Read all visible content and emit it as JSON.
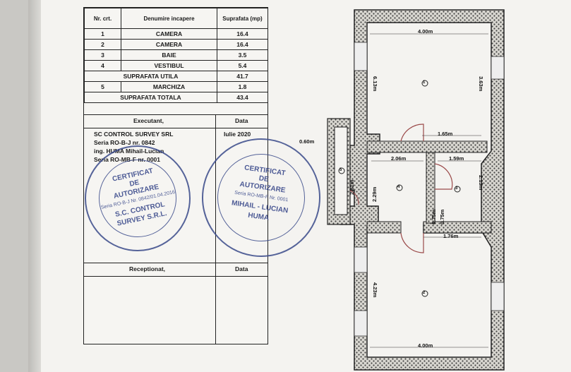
{
  "table": {
    "headers": [
      "Nr. crt.",
      "Denumire incapere",
      "Suprafata (mp)"
    ],
    "rows": [
      {
        "nr": "1",
        "name": "CAMERA",
        "area": "16.4"
      },
      {
        "nr": "2",
        "name": "CAMERA",
        "area": "16.4"
      },
      {
        "nr": "3",
        "name": "BAIE",
        "area": "3.5"
      },
      {
        "nr": "4",
        "name": "VESTIBUL",
        "area": "5.4"
      }
    ],
    "util_label": "SUPRAFATA UTILA",
    "util_value": "41.7",
    "row5": {
      "nr": "5",
      "name": "MARCHIZA",
      "area": "1.8"
    },
    "total_label": "SUPRAFATA TOTALA",
    "total_value": "43.4",
    "executant_label": "Executant,",
    "data_label": "Data",
    "company": "SC CONTROL SURVEY SRL",
    "seria": "Seria RO-B-J nr. 0842",
    "engineer": "ing. HUMA Mihail-Lucian",
    "seria2": "Seria RO-MB-F nr. 0001",
    "date": "Iulie 2020",
    "receptionat_label": "Receptionat,",
    "data_label2": "Data"
  },
  "stamp1": {
    "l1": "CERTIFICAT",
    "l2": "DE",
    "l3": "AUTORIZARE",
    "l4": "Seria RO-B-J Nr. 0842/01.04.2016",
    "l5": "S.C. CONTROL",
    "l6": "SURVEY S.R.L."
  },
  "stamp2": {
    "l1": "CERTIFICAT",
    "l2": "DE",
    "l3": "AUTORIZARE",
    "l4": "Seria RO-MB-F Nr. 0001",
    "l5": "MIHAIL - LUCIAN",
    "l6": "HUMA"
  },
  "plan": {
    "d_top": "4.00m",
    "d_left_top": "6.13m",
    "d_right_top": "3.63m",
    "d_165": "1.65m",
    "d_060": "0.60m",
    "d_206": "2.06m",
    "d_159": "1.59m",
    "d_281": "2.81m",
    "d_229": "2.29m",
    "d_213": "2.13m",
    "d_075a": "0.75m",
    "d_075b": "0.75m",
    "d_176": "1.76m",
    "d_423": "4.23m",
    "d_bottom": "4.00m",
    "room1": "1",
    "room2": "2",
    "room3": "3",
    "room4": "4",
    "room5": "5"
  }
}
